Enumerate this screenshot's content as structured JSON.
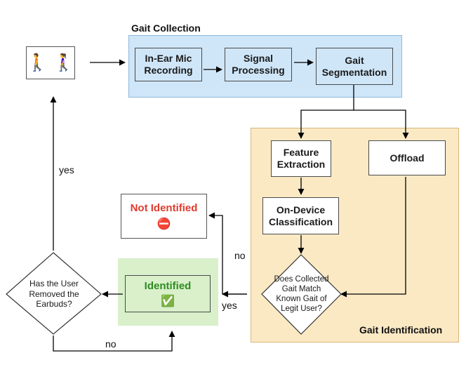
{
  "colors": {
    "collection_bg": "#cfe6f8",
    "collection_border": "#8fb9dc",
    "identification_bg": "#fbe9c4",
    "identification_border": "#d7b67a",
    "identified_bg": "#d9f0cb",
    "identified_text": "#2e8b1f",
    "not_identified_text": "#e03b2c",
    "node_border": "#4a4a4a",
    "edge": "#000000"
  },
  "regions": {
    "collection": {
      "title": "Gait Collection"
    },
    "identification": {
      "title": "Gait Identification"
    }
  },
  "nodes": {
    "walkers": {
      "icons": [
        "walking-man-icon",
        "walking-woman-icon"
      ],
      "glyphs": "🚶 🚶‍♀️"
    },
    "in_ear_mic": {
      "label": "In-Ear Mic Recording"
    },
    "signal_processing": {
      "label": "Signal Processing"
    },
    "gait_segmentation": {
      "label": "Gait Segmentation"
    },
    "feature_extraction": {
      "label": "Feature Extraction"
    },
    "offload": {
      "label": "Offload"
    },
    "on_device": {
      "label": "On-Device Classification"
    },
    "decision_match": {
      "label": "Does Collected Gait Match Known Gait of Legit User?"
    },
    "identified": {
      "label": "Identified",
      "icon": "check-mark-icon",
      "glyph": "✅"
    },
    "not_identified": {
      "label": "Not Identified",
      "icon": "no-entry-icon",
      "glyph": "⛔"
    },
    "decision_removed": {
      "label": "Has the User Removed the Earbuds?"
    }
  },
  "edges": [
    {
      "from": "walkers",
      "to": "in_ear_mic",
      "label": ""
    },
    {
      "from": "in_ear_mic",
      "to": "signal_processing",
      "label": ""
    },
    {
      "from": "signal_processing",
      "to": "gait_segmentation",
      "label": ""
    },
    {
      "from": "gait_segmentation",
      "to": "feature_extraction",
      "label": ""
    },
    {
      "from": "gait_segmentation",
      "to": "offload",
      "label": ""
    },
    {
      "from": "feature_extraction",
      "to": "on_device",
      "label": ""
    },
    {
      "from": "on_device",
      "to": "decision_match",
      "label": ""
    },
    {
      "from": "offload",
      "to": "decision_match",
      "label": ""
    },
    {
      "from": "decision_match",
      "to": "identified",
      "label": "yes"
    },
    {
      "from": "decision_match",
      "to": "not_identified",
      "label": "no"
    },
    {
      "from": "identified",
      "to": "decision_removed",
      "label": ""
    },
    {
      "from": "decision_removed",
      "to": "walkers",
      "label": "yes"
    },
    {
      "from": "decision_removed",
      "to": "identified",
      "label": "no"
    }
  ]
}
